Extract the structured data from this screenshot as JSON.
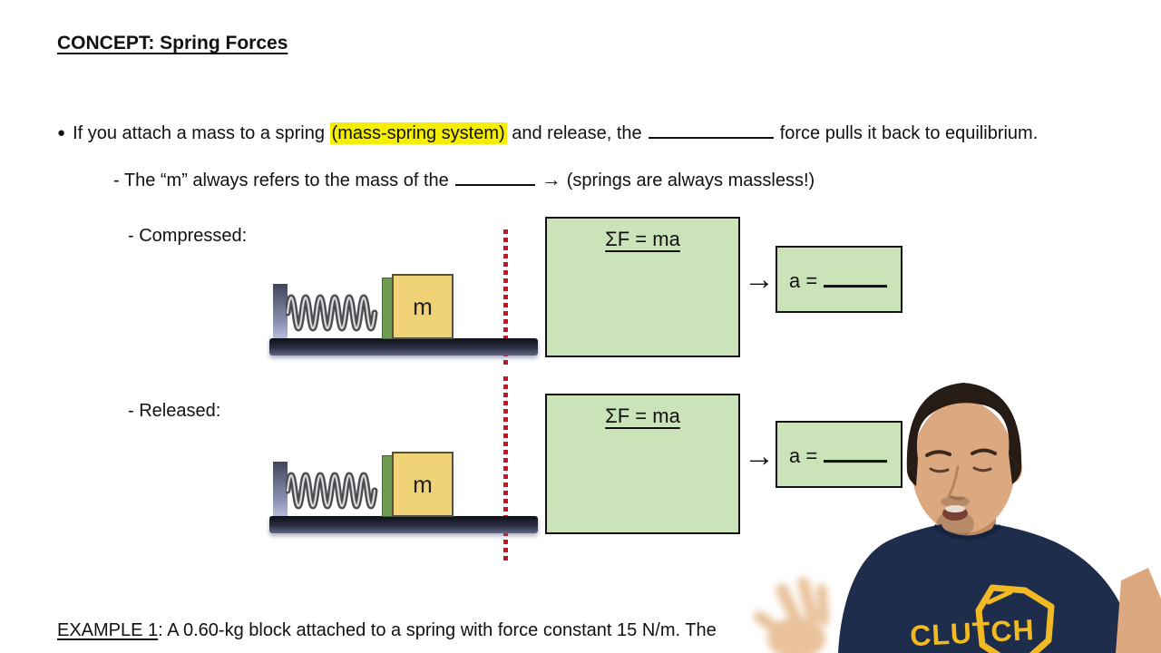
{
  "slide": {
    "title": "CONCEPT: Spring Forces",
    "bullet_glyph": "●",
    "line1": {
      "pre": "If you attach a mass to a spring ",
      "highlight": "(mass-spring system)",
      "mid": " and release, the",
      "post": "force pulls it back to equilibrium."
    },
    "line2": {
      "pre": "- The “m” always refers to the mass of the",
      "arrow": "→",
      "post": "(springs are always massless!)"
    },
    "sections": {
      "compressed_label": "- Compressed:",
      "released_label": "- Released:"
    },
    "diagram": {
      "block_label": "m"
    },
    "formula_box": {
      "formula": "ΣF = ma"
    },
    "flow_arrow": "→",
    "answer_box": {
      "prefix": "a ="
    },
    "example": {
      "heading": "EXAMPLE 1",
      "separator": ": ",
      "text": "A 0.60-kg block attached to a spring with force constant 15 N/m. The"
    },
    "presenter": {
      "shirt_text": "CLUTCH"
    }
  },
  "colors": {
    "highlight": "#f5ee00",
    "box_fill": "#cbe3b8",
    "block_fill": "#f0d376",
    "plate_fill": "#6e9c50",
    "dotted_line": "#c81426",
    "shirt_navy": "#1e2d4b",
    "logo_yellow": "#f2ba22",
    "skin": "#dca87f",
    "hair": "#261c15"
  }
}
